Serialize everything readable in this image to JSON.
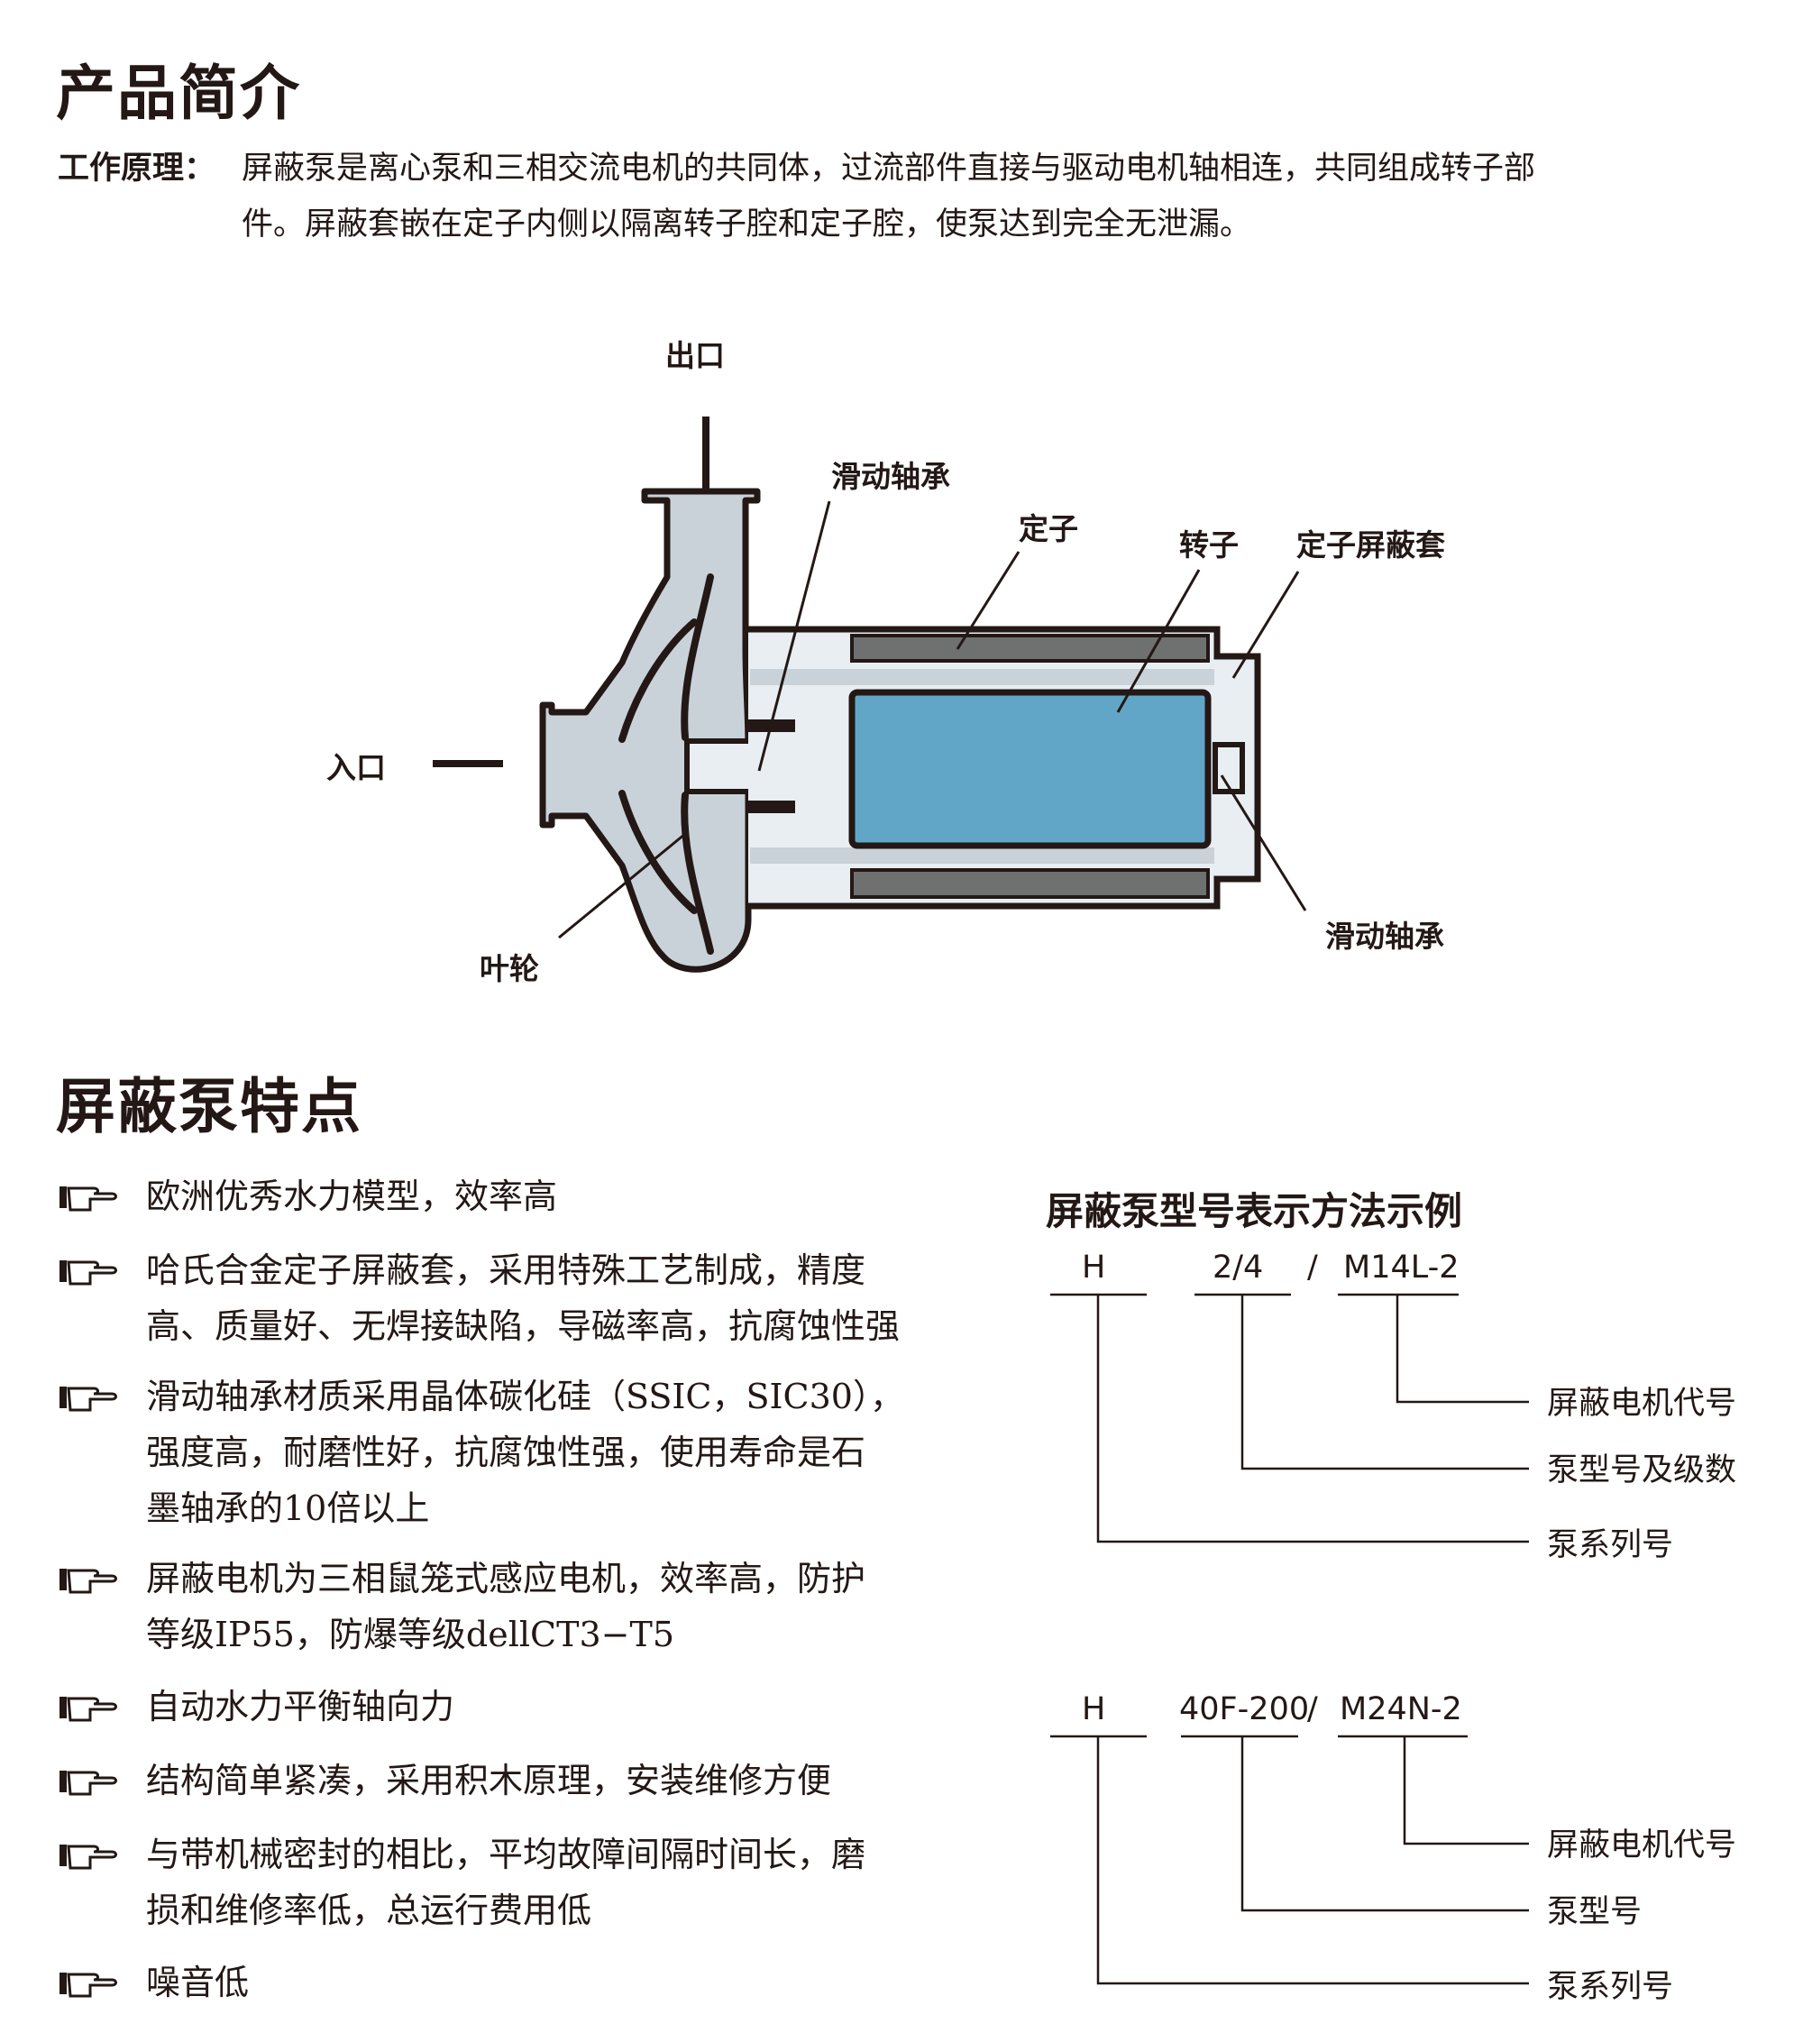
{
  "intro": {
    "heading": "产品简介",
    "principle_label": "工作原理：",
    "principle_line1": "屏蔽泵是离心泵和三相交流电机的共同体，过流部件直接与驱动电机轴相连，共同组成转子部",
    "principle_line2": "件。屏蔽套嵌在定子内侧以隔离转子腔和定子腔，使泵达到完全无泄漏。"
  },
  "diagram": {
    "outlet": "出口",
    "inlet": "入口",
    "bearing_top": "滑动轴承",
    "stator": "定子",
    "rotor": "转子",
    "stator_shield": "定子屏蔽套",
    "bearing_bottom": "滑动轴承",
    "impeller": "叶轮",
    "colors": {
      "housing": "#c9d2d9",
      "rotor": "#62a6c7",
      "stator": "#6f7070",
      "outline": "#231815"
    }
  },
  "features": {
    "heading": "屏蔽泵特点",
    "items": [
      {
        "lines": [
          "欧洲优秀水力模型，效率高"
        ]
      },
      {
        "lines": [
          "哈氏合金定子屏蔽套，采用特殊工艺制成，精度",
          "高、质量好、无焊接缺陷，导磁率高，抗腐蚀性强"
        ]
      },
      {
        "lines": [
          "滑动轴承材质采用晶体碳化硅（SSIC，SIC30），",
          "强度高，耐磨性好，抗腐蚀性强，使用寿命是石",
          "墨轴承的10倍以上"
        ]
      },
      {
        "lines": [
          "屏蔽电机为三相鼠笼式感应电机，效率高，防护",
          "等级IP55，防爆等级dellCT3−T5"
        ]
      },
      {
        "lines": [
          "自动水力平衡轴向力"
        ]
      },
      {
        "lines": [
          "结构简单紧凑，采用积木原理，安装维修方便"
        ]
      },
      {
        "lines": [
          "与带机械密封的相比，平均故障间隔时间长，磨",
          "损和维修率低，总运行费用低"
        ]
      },
      {
        "lines": [
          "噪音低"
        ]
      }
    ]
  },
  "model": {
    "title": "屏蔽泵型号表示方法示例",
    "example1": {
      "series": "H",
      "type": "2/4",
      "slash": "/",
      "motor": "M14L-2",
      "desc_motor": "屏蔽电机代号",
      "desc_type": "泵型号及级数",
      "desc_series": "泵系列号"
    },
    "example2": {
      "series": "H",
      "type": "40F-200",
      "slash": "/",
      "motor": "M24N-2",
      "desc_motor": "屏蔽电机代号",
      "desc_type": "泵型号",
      "desc_series": "泵系列号"
    }
  }
}
